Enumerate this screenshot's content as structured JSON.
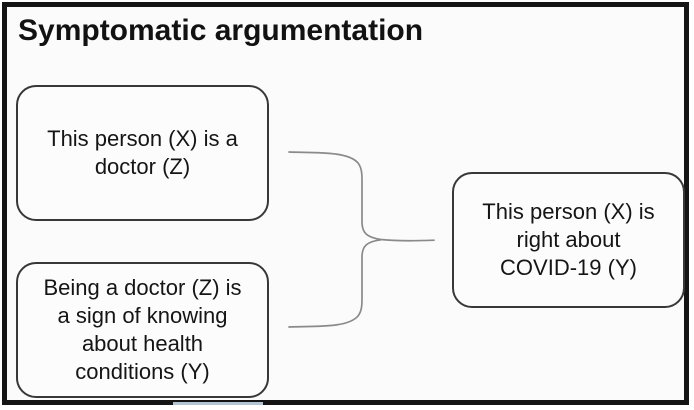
{
  "title": "Symptomatic argumentation",
  "diagram": {
    "premise_top": {
      "lines": [
        "This person (X) is a",
        "doctor (Z)"
      ]
    },
    "premise_bottom": {
      "lines": [
        "Being a doctor (Z) is",
        "a sign of knowing",
        "about health",
        "conditions (Y)"
      ]
    },
    "conclusion": {
      "lines": [
        "This person (X) is",
        "right about",
        "COVID-19 (Y)"
      ]
    },
    "connector": {
      "label": "brace-connector",
      "color": "#8a8a8a"
    }
  },
  "colors": {
    "frame_border": "#141414",
    "node_border": "#383838",
    "background": "#fbfbfb",
    "text": "#151515",
    "artifact_strip": "#b3c5d2"
  }
}
